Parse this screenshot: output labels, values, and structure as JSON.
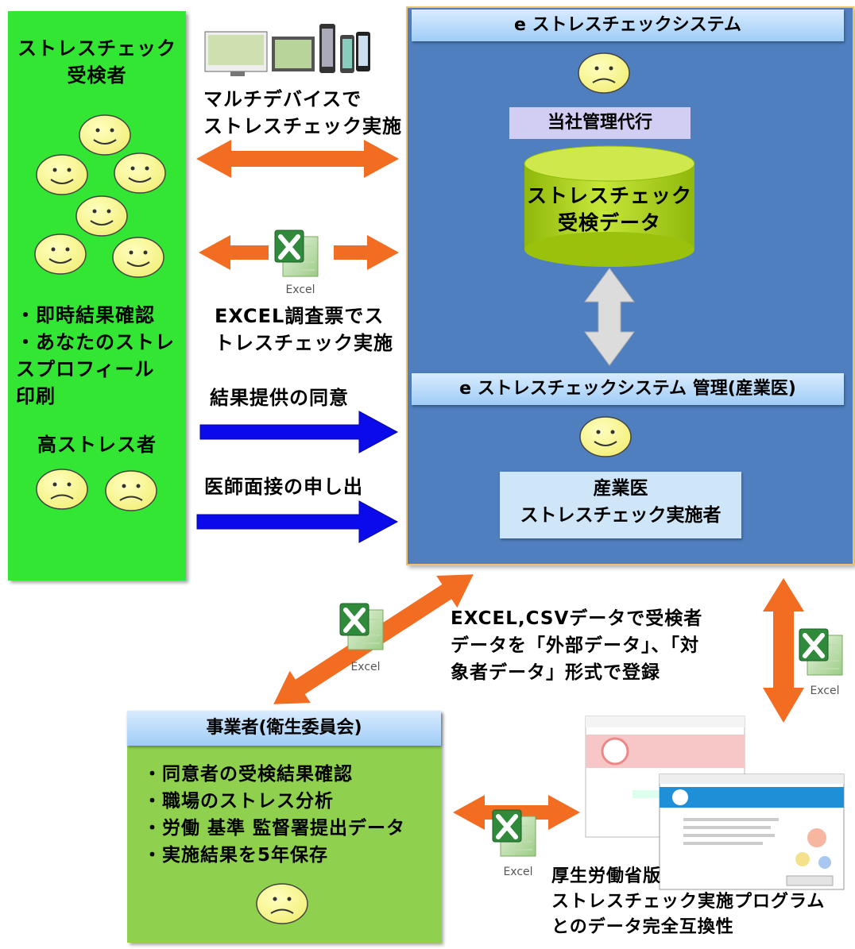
{
  "left_panel": {
    "title_line1": "ストレスチェック",
    "title_line2": "受検者",
    "items": [
      "・即時結果確認",
      "・あなたのストレ",
      "スプロフィール",
      "印刷"
    ],
    "high_stress_label": "高ストレス者"
  },
  "system": {
    "header": "e ストレスチェックシステム",
    "proxy_label": "当社管理代行",
    "db_line1": "ストレスチェック",
    "db_line2": "受検データ",
    "mgmt_header": "e ストレスチェックシステム 管理(産業医)",
    "doctor_line1": "産業医",
    "doctor_line2": "ストレスチェック実施者"
  },
  "flows": {
    "multi_device_line1": "マルチデバイスで",
    "multi_device_line2": "ストレスチェック実施",
    "excel_survey_line1": "EXCEL調査票でス",
    "excel_survey_line2": "トレスチェック実施",
    "consent": "結果提供の同意",
    "interview": "医師面接の申し出",
    "import_line1": "EXCEL,CSVデータで受検者",
    "import_line2": "データを「外部データ」、「対",
    "import_line3": "象者データ」形式で登録"
  },
  "employer": {
    "header": "事業者(衛生委員会)",
    "items": [
      "・同意者の受検結果確認",
      "・職場のストレス分析",
      "・労働 基準 監督署提出データ",
      "・実施結果を5年保存"
    ]
  },
  "mhlw": {
    "line1": "厚生労働省版",
    "line2": "ストレスチェック実施プログラム",
    "line3": "とのデータ完全互換性"
  },
  "excel_icon_label": "Excel",
  "colors": {
    "left_panel": "#33e633",
    "system_panel": "#4f7fbf",
    "employer_panel": "#8fd14f",
    "orange_arrow": "#f26d21",
    "blue_arrow": "#0a0aeb",
    "face": "#f7f58a",
    "database": "#a6cc0e"
  },
  "icons": [
    "happy-face-icon",
    "sad-face-icon",
    "excel-icon",
    "devices-icon",
    "database-icon"
  ]
}
